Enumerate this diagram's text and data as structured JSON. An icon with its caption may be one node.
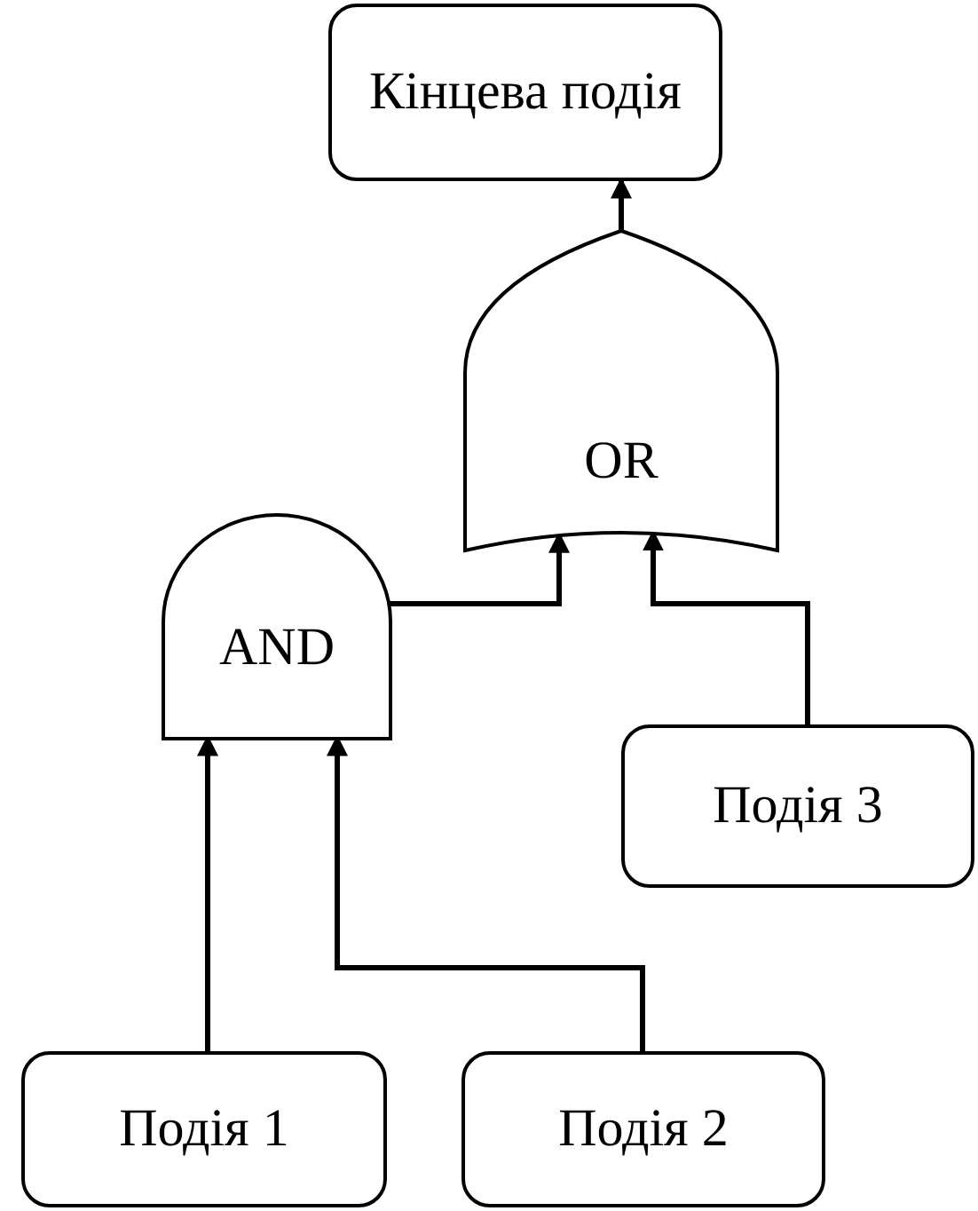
{
  "diagram": {
    "nodes": [
      {
        "text": [
          "Кінцева подія"
        ]
      },
      {
        "text": [
          "OR"
        ]
      },
      {
        "text": [
          "AND"
        ]
      },
      {
        "text": [
          "Подія 3"
        ]
      },
      {
        "text": [
          "Подія 1"
        ]
      },
      {
        "text": [
          "Подія 2"
        ]
      }
    ],
    "edges": [
      {
        "from": 1,
        "to": 0,
        "arrow": "to"
      },
      {
        "from": 2,
        "to": 1,
        "arrow": "to"
      },
      {
        "from": 3,
        "to": 1,
        "arrow": "to"
      },
      {
        "from": 4,
        "to": 2,
        "arrow": "to"
      },
      {
        "from": 5,
        "to": 2,
        "arrow": "to"
      }
    ]
  }
}
